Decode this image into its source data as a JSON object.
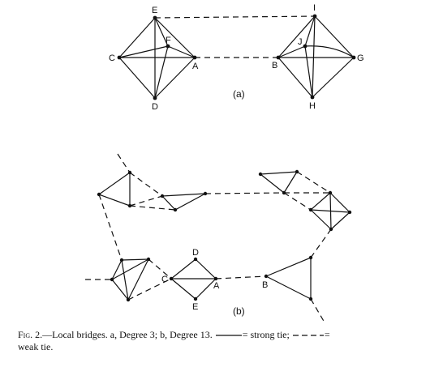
{
  "figure": {
    "panel_a": {
      "sublabel": "(a)",
      "node_labels": {
        "E": "E",
        "F": "F",
        "C": "C",
        "A": "A",
        "D": "D",
        "I": "I",
        "J": "J",
        "B": "B",
        "G": "G",
        "H": "H"
      }
    },
    "panel_b": {
      "sublabel": "(b)",
      "node_labels": {
        "D": "D",
        "C": "C",
        "A": "A",
        "E": "E",
        "B": "B"
      }
    }
  },
  "caption": {
    "fig_label": "Fig. 2.",
    "text_main": "—Local bridges. a, Degree 3; b, Degree 13.",
    "strong_legend": "= strong tie;",
    "weak_legend": "=",
    "weak_word": "weak tie."
  }
}
